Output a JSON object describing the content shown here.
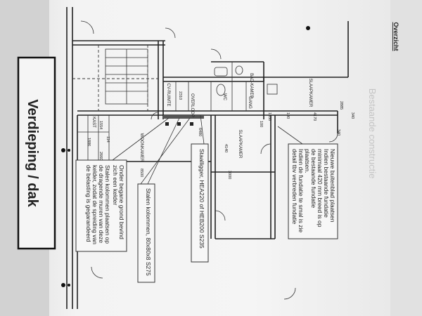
{
  "title_box": {
    "text": "Verdieping / dak"
  },
  "header": {
    "text": "Overzicht"
  },
  "faded_heading": {
    "text": "Bestaande constructie"
  },
  "rooms": {
    "slaapkamer_1": "SLAAPKAMER",
    "slaapkamer_2": "SLAAPKAMER",
    "woonkamer": "WOONKAMER",
    "overloop": "OVERLOOP",
    "cv_ruimte": "CV-RUIMTE",
    "gang": "GANG",
    "bad": "BAD-KAMER",
    "wc": "WC",
    "kast": "KAST"
  },
  "dimensions": {
    "d2885": "2885",
    "d4170": "4170",
    "d100a": "100",
    "d100b": "100",
    "d1530": "1530",
    "d340a": "340",
    "d340b": "340",
    "d4140": "4140",
    "d3000": "3000",
    "d2310": "2310",
    "d6480": "6480",
    "d8500": "8500",
    "d1886": "1886",
    "d2660": "2660",
    "d114": "114",
    "d1554": "1554"
  },
  "notes": {
    "note_a": {
      "lines": [
        "Nieuwe buitenblad plaatsen",
        "Indien bestaande fundatie",
        "minimaal 420 mm breed is op",
        "de bestaande fundatie",
        "plaatsen.",
        "Indien de fundatie te smal is zie",
        "detail tbv verbreden fundatie"
      ]
    },
    "note_b": {
      "text": "Staalligger, HEA220 of HEB200 S235"
    },
    "note_c": {
      "text": "Stalen kolommen, 80x80x8 S275"
    },
    "note_d": {
      "lines": [
        "Onder begane grond bevind",
        "zich een kelder",
        "Stalen kolommen plaatsen op",
        "de dragende muren van deze",
        "kelder, zodat de spreiding van",
        "de belasting is gegarandeerd"
      ]
    }
  },
  "colors": {
    "paper": "#f4f4f4",
    "line": "#222222",
    "shadow": "#d6d6d6"
  }
}
